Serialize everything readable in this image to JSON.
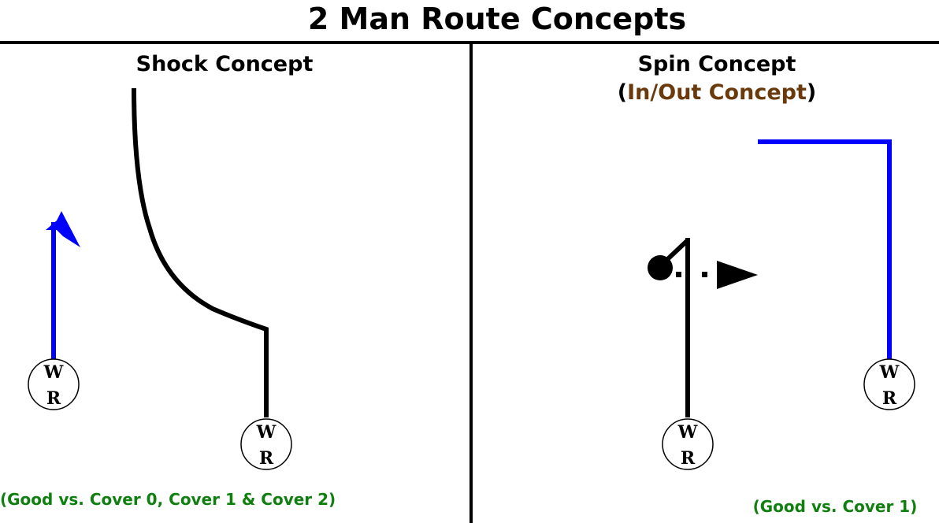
{
  "title": "2 Man Route Concepts",
  "left": {
    "heading": "Shock Concept",
    "caption": "(Good vs. Cover 0, Cover 1 & Cover 2)",
    "receivers": [
      {
        "top": "W",
        "bottom": "R"
      },
      {
        "top": "W",
        "bottom": "R"
      }
    ]
  },
  "right": {
    "heading": "Spin Concept",
    "subheading_open": "(",
    "subheading": "In/Out Concept",
    "subheading_close": ")",
    "caption": "(Good vs. Cover 1)",
    "receivers": [
      {
        "top": "W",
        "bottom": "R"
      },
      {
        "top": "W",
        "bottom": "R"
      }
    ]
  },
  "colors": {
    "primary_route": "#000000",
    "secondary_route": "#0000ff",
    "caption": "#0f7f0f",
    "subheading": "#6b3a0c"
  }
}
